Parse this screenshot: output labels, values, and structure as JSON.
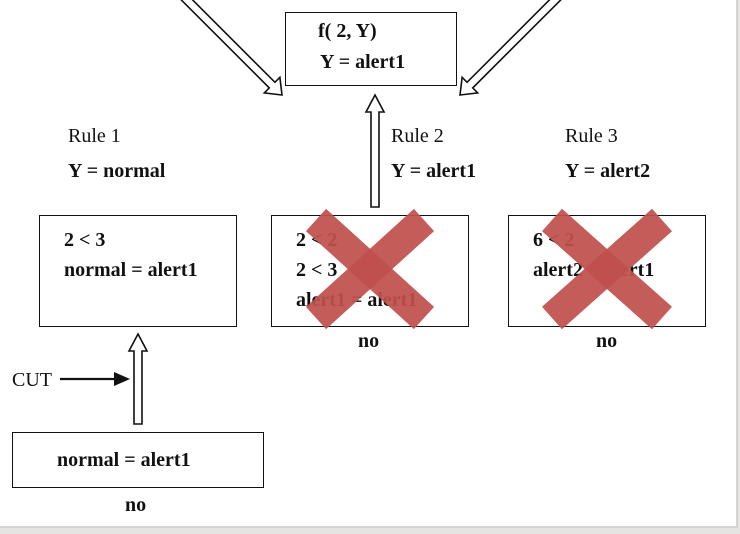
{
  "top_box": {
    "line1": "f( 2, Y)",
    "line2": "Y = alert1"
  },
  "rules": [
    {
      "title": "Rule 1",
      "binding": "Y = normal"
    },
    {
      "title": "Rule 2",
      "binding": "Y = alert1"
    },
    {
      "title": "Rule 3",
      "binding": "Y = alert2"
    }
  ],
  "rule1_box": {
    "line1": "2 < 3",
    "line2": "normal = alert1"
  },
  "rule2_box": {
    "line1": "2 < 2",
    "line2": "2 < 3",
    "line3": "alert1 = alert1",
    "result": "no"
  },
  "rule3_box": {
    "line1": "6 < 2",
    "line2": "alert2 = alert1",
    "result": "no"
  },
  "cut": {
    "label": "CUT"
  },
  "bottom_box": {
    "line1": "normal = alert1",
    "result": "no"
  },
  "colors": {
    "cross": "#c0504d",
    "stroke": "#111111"
  }
}
